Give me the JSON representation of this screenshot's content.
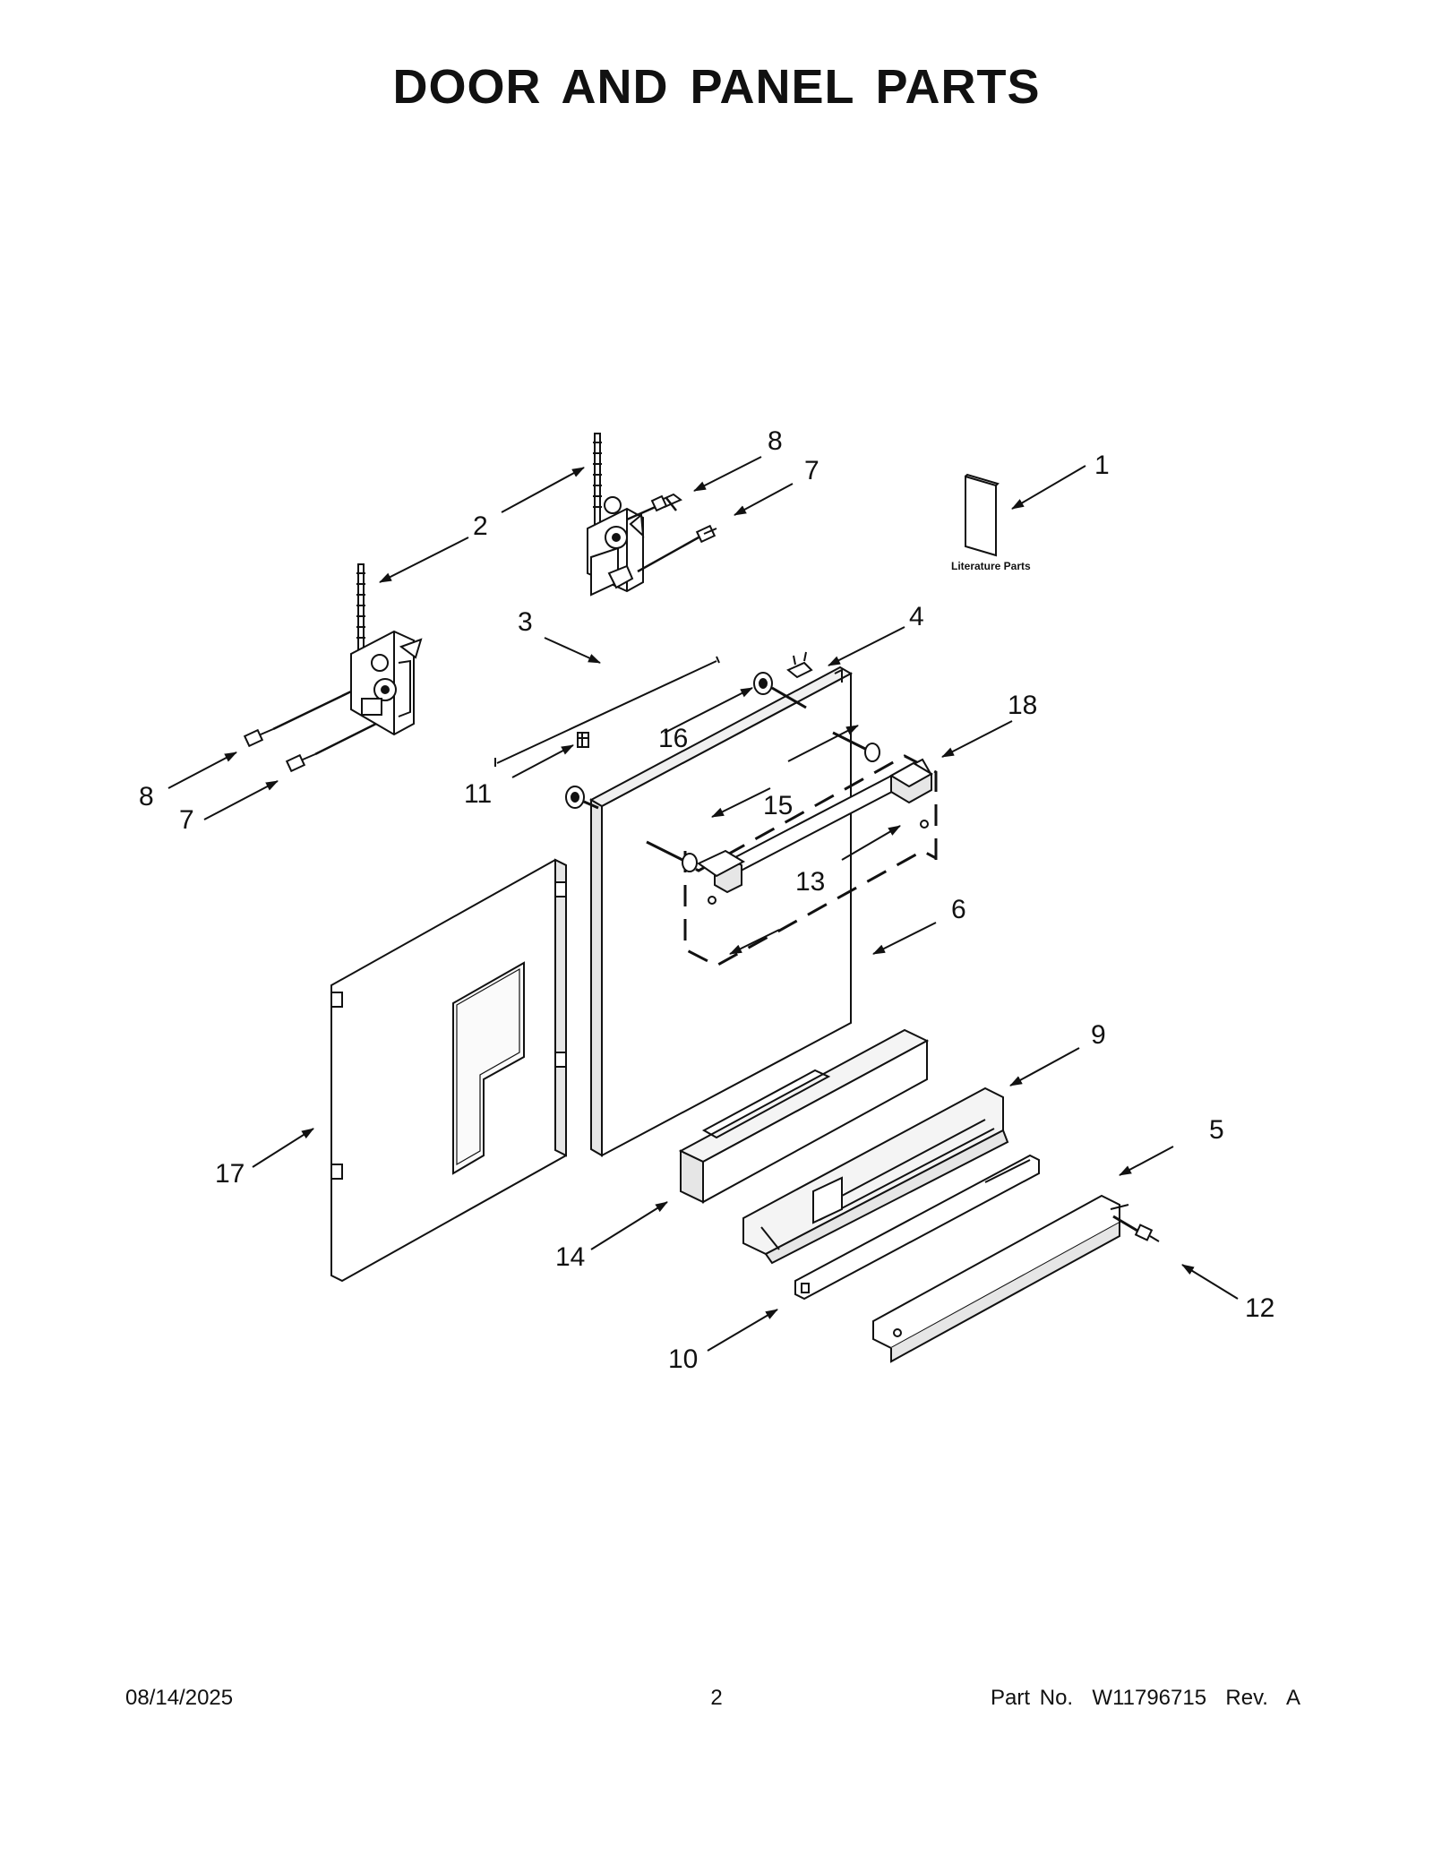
{
  "title": "DOOR AND PANEL PARTS",
  "literature_label": "Literature Parts",
  "callouts": [
    "1",
    "2",
    "3",
    "4",
    "5",
    "6",
    "7",
    "7",
    "8",
    "8",
    "9",
    "10",
    "11",
    "12",
    "13",
    "14",
    "15",
    "16",
    "17",
    "18"
  ],
  "footer": {
    "date": "08/14/2025",
    "page": "2",
    "part_number": "Part No.  W11796715  Rev.  A"
  },
  "colors": {
    "line": "#111111",
    "fill": "#ffffff",
    "shade": "#e6e6e6"
  }
}
